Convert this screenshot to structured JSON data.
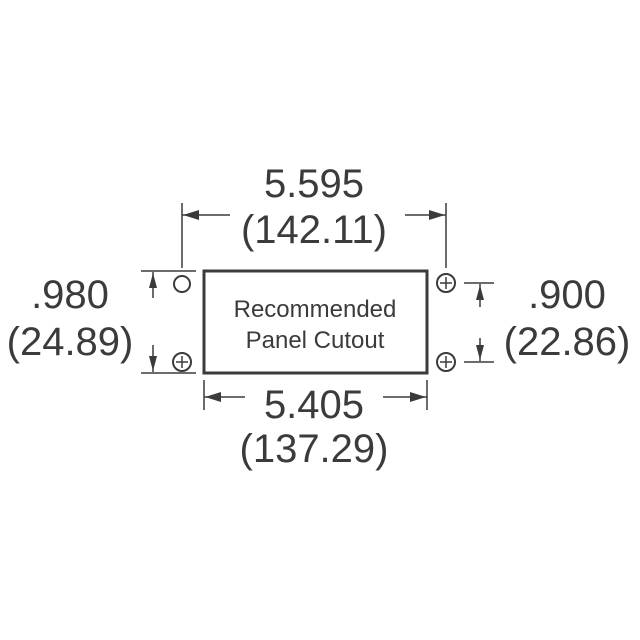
{
  "cutout_label": {
    "line1": "Recommended",
    "line2": "Panel Cutout"
  },
  "overall_width": {
    "inch": "5.595",
    "mm": "(142.11)"
  },
  "cutout_width": {
    "inch": "5.405",
    "mm": "(137.29)"
  },
  "left_height": {
    "inch": ".980",
    "mm": "(24.89)"
  },
  "right_height": {
    "inch": ".900",
    "mm": "(22.86)"
  },
  "colors": {
    "ink": "#3b3b3b",
    "background": "#ffffff"
  }
}
